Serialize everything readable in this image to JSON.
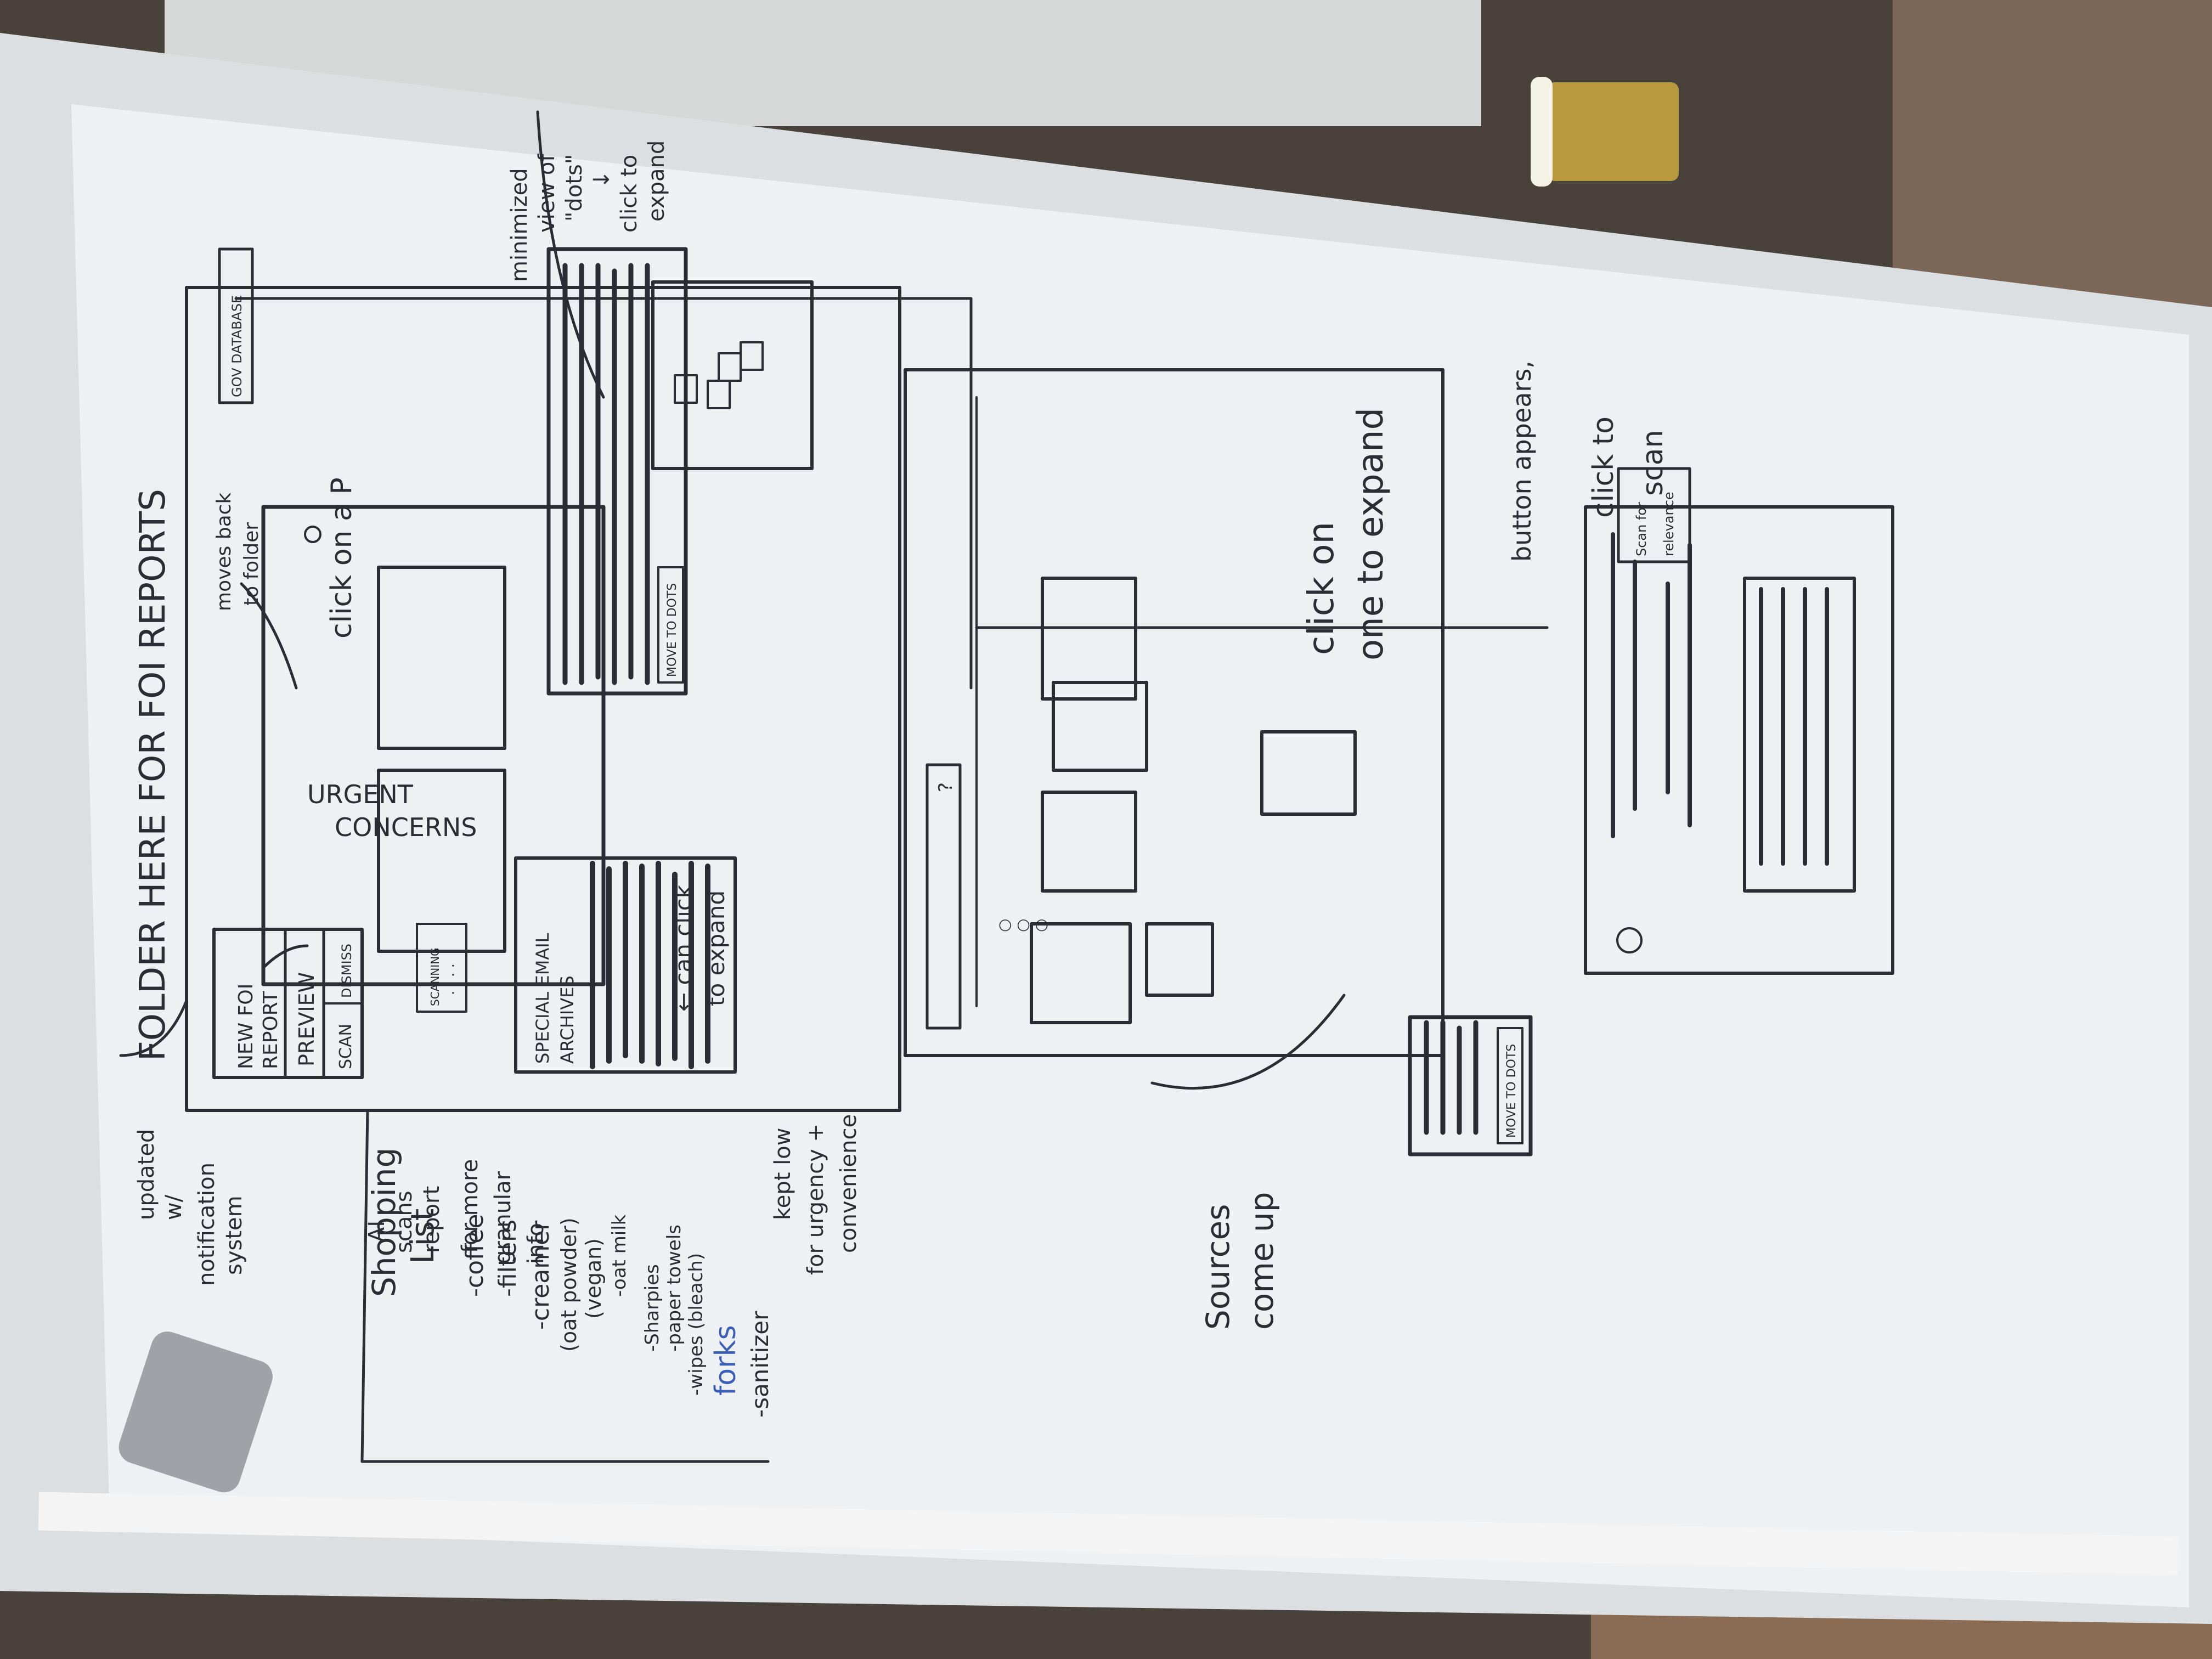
{
  "board": {
    "title_note": "FOLDER HERE FOR FOI REPORTS",
    "new_report": {
      "line1": "NEW FOI",
      "line2": "REPORT",
      "preview": "PREVIEW",
      "scan": "SCAN",
      "dismiss": "DISMISS"
    },
    "scanning_label": "SCANNING",
    "special_email_archives": {
      "line1": "SPECIAL EMAIL",
      "line2": "ARCHIVES"
    },
    "urgent_concerns": {
      "line1": "URGENT",
      "line2": "CONCERNS"
    },
    "gov_database": "GOV DATABASE",
    "move_to_dots_1": "MOVE TO DOTS",
    "move_to_dots_2": "MOVE TO DOTS",
    "scan_for_relevance": {
      "line1": "Scan for",
      "line2": "relevance"
    },
    "search_glyph": "?",
    "dots": "○ ○ ○",
    "notes": {
      "updated_notification": [
        "updated",
        "w/",
        "notification",
        "system"
      ],
      "ai_scans": [
        "AI",
        "scans",
        "report",
        "for more",
        "granular",
        "info"
      ],
      "kept_low": [
        "kept low",
        "for urgency +",
        "convenience"
      ],
      "moves_back": [
        "moves back",
        "to folder"
      ],
      "click_on_a_p": "click on a P",
      "can_click": [
        "← can click",
        "to expand"
      ],
      "minimized": [
        "minimized",
        "view of",
        "\"dots\"",
        "↓",
        "click to",
        "expand"
      ],
      "click_on_one": [
        "click on",
        "one to expand"
      ],
      "button_appears": "button appears,",
      "click_to_scan": [
        "click to",
        "scan"
      ],
      "sources_come_up": [
        "Sources",
        "come up"
      ]
    }
  },
  "shopping_list": {
    "title_1": "Shopping",
    "title_2": "List",
    "items": [
      "-coffee",
      "-filters",
      "-creamer",
      "(oat powder)",
      "(vegan)",
      "-oat milk",
      "-Sharpies",
      "-paper towels",
      "-wipes (bleach)",
      "forks",
      "-sanitizer"
    ]
  },
  "colors": {
    "board": "#eef1f3",
    "ink": "#2a2d33",
    "blue_marker": "#3b5fb8",
    "frame": "#dde0e2"
  }
}
